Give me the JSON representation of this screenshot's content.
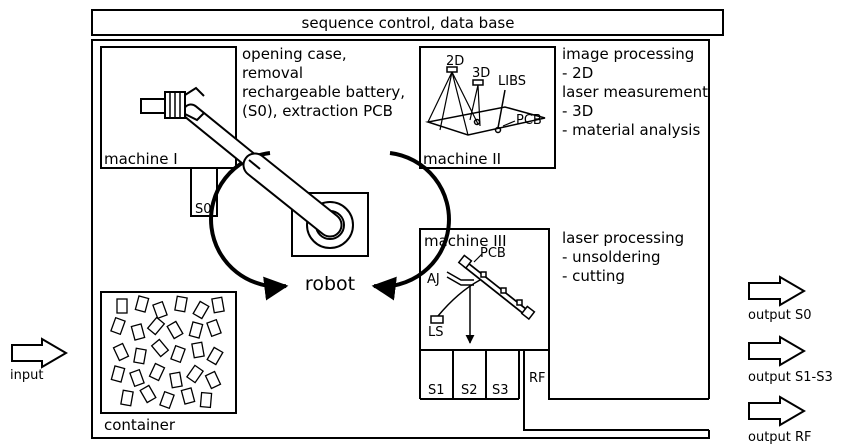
{
  "header": {
    "label": "sequence control, data base"
  },
  "robot": {
    "label": "robot"
  },
  "machine_1": {
    "label": "machine I",
    "desc": [
      "opening case,",
      "removal",
      "rechargeable battery,",
      "(S0), extraction PCB"
    ],
    "output_label": "S0"
  },
  "machine_2": {
    "label": "machine II",
    "desc": [
      "image processing",
      "- 2D",
      "laser measurement",
      "- 3D",
      "- material analysis"
    ],
    "sensors": [
      "2D",
      "3D",
      "LIBS"
    ],
    "part_label": "PCB"
  },
  "machine_3": {
    "label": "machine III",
    "desc": [
      "laser processing",
      "- unsoldering",
      "- cutting"
    ],
    "part_label": "PCB",
    "aj_label": "AJ",
    "ls_label": "LS",
    "outputs": [
      "S1",
      "S2",
      "S3",
      "RF"
    ]
  },
  "container": {
    "label": "container"
  },
  "flows": {
    "input": "input",
    "output_s0": "output S0",
    "output_s1s3": "output S1-S3",
    "output_rf": "output RF"
  }
}
